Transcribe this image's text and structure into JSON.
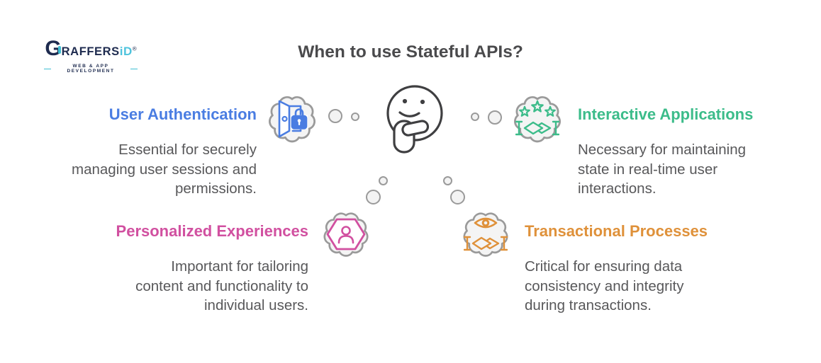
{
  "title": "When to use Stateful APIs?",
  "brand": {
    "mark_g": "G",
    "mark_rest": "RAFFERS",
    "mark_id": "iD",
    "registered": "®",
    "tagline": "WEB & APP DEVELOPMENT"
  },
  "center_character": "thinking-face-with-hand-on-chin",
  "colors": {
    "blue_accent": "#4a7de2",
    "green_accent": "#3cbc8a",
    "pink_accent": "#d150a0",
    "orange_accent": "#df913a",
    "body_text": "#58585a",
    "title_text": "#4a4a4c",
    "cloud_outline": "#9a9a9a",
    "cloud_fill": "#f4f4f4",
    "face_outline": "#3f3f41",
    "logo_navy": "#1e2b4f",
    "logo_teal": "#3fc0d4"
  },
  "sections": [
    {
      "id": "user-authentication",
      "heading": "User Authentication",
      "icon": "door-lock-icon",
      "color": "#4a7de2",
      "lines": [
        "Essential for securely",
        "managing user sessions and",
        "permissions."
      ]
    },
    {
      "id": "interactive-applications",
      "heading": "Interactive Applications",
      "icon": "stars-handshake-icon",
      "color": "#3cbc8a",
      "lines": [
        "Necessary for maintaining",
        "state in real-time user",
        "interactions."
      ]
    },
    {
      "id": "personalized-experiences",
      "heading": "Personalized Experiences",
      "icon": "hexagon-person-icon",
      "color": "#d150a0",
      "lines": [
        "Important for tailoring",
        "content and functionality to",
        "individual users."
      ]
    },
    {
      "id": "transactional-processes",
      "heading": "Transactional Processes",
      "icon": "eye-handshake-icon",
      "color": "#df913a",
      "lines": [
        "Critical for ensuring data",
        "consistency and integrity",
        "during transactions."
      ]
    }
  ]
}
